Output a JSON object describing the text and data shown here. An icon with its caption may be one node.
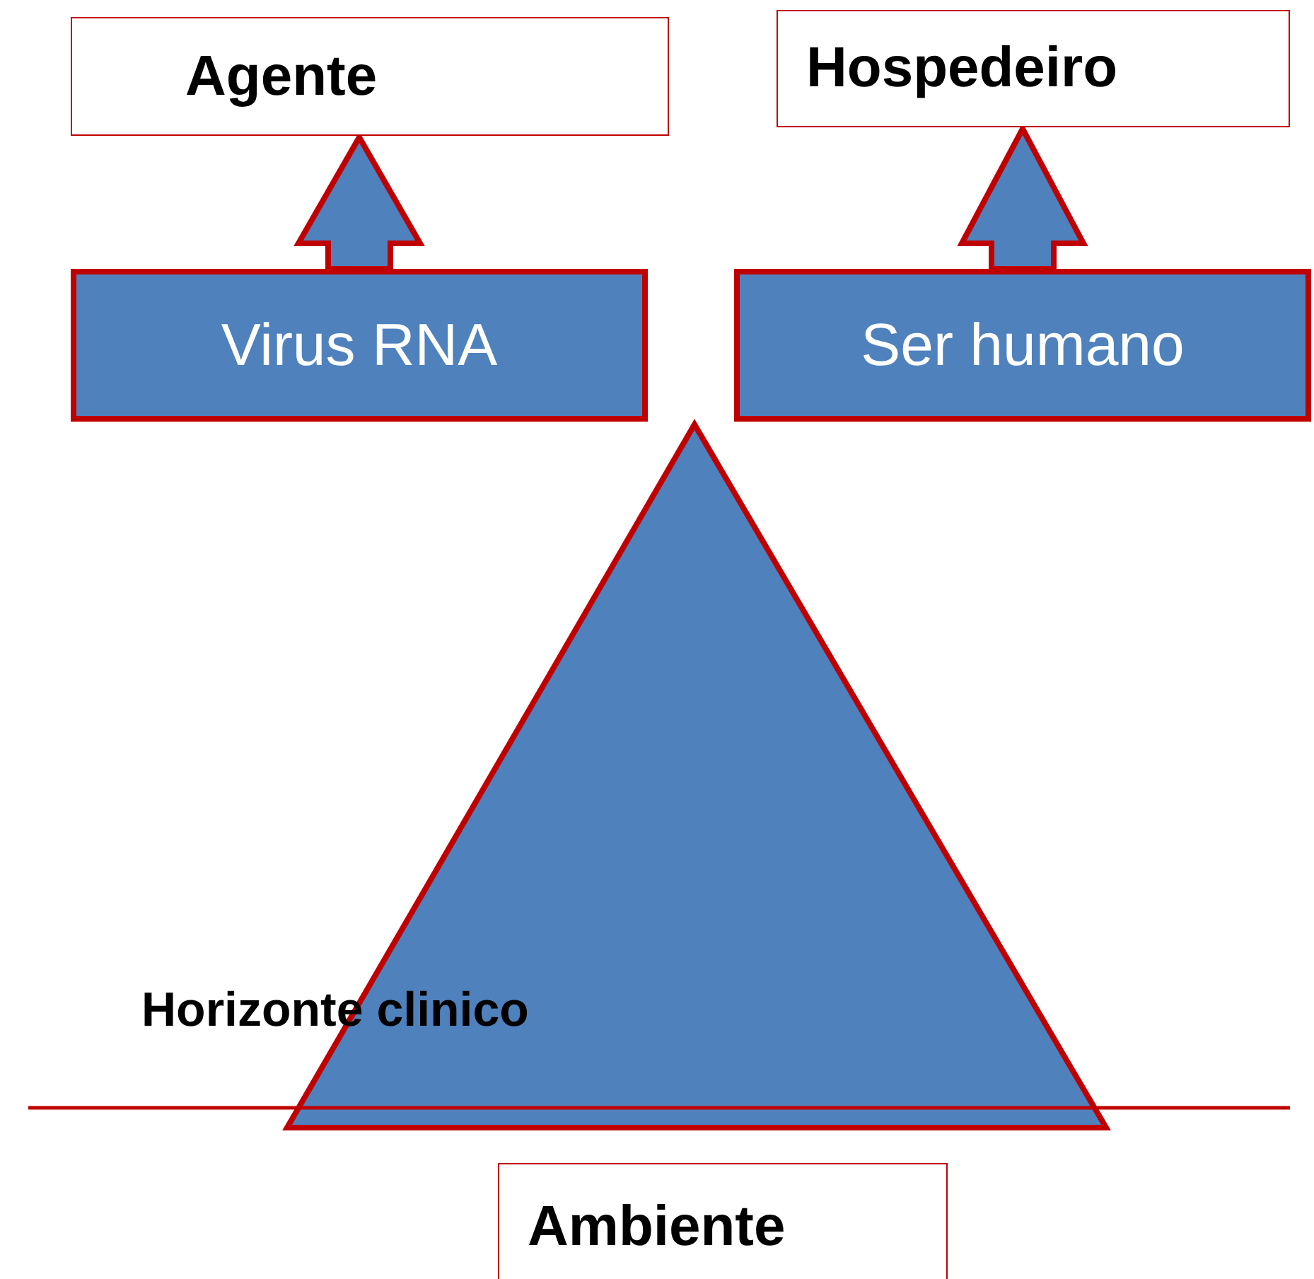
{
  "diagram": {
    "nodes": [
      {
        "text": [
          "Agente"
        ]
      },
      {
        "text": [
          "Hospedeiro"
        ]
      },
      {
        "text": [
          "Virus RNA"
        ]
      },
      {
        "text": [
          "Ser humano"
        ]
      },
      {
        "text": [],
        "shape": "triangle"
      },
      {
        "text": [
          "Ambiente"
        ]
      }
    ],
    "edges": [
      {
        "from": 2,
        "to": 0,
        "arrow": "to"
      },
      {
        "from": 3,
        "to": 1,
        "arrow": "to"
      }
    ],
    "labels": [
      "Horizonte clinico"
    ]
  }
}
